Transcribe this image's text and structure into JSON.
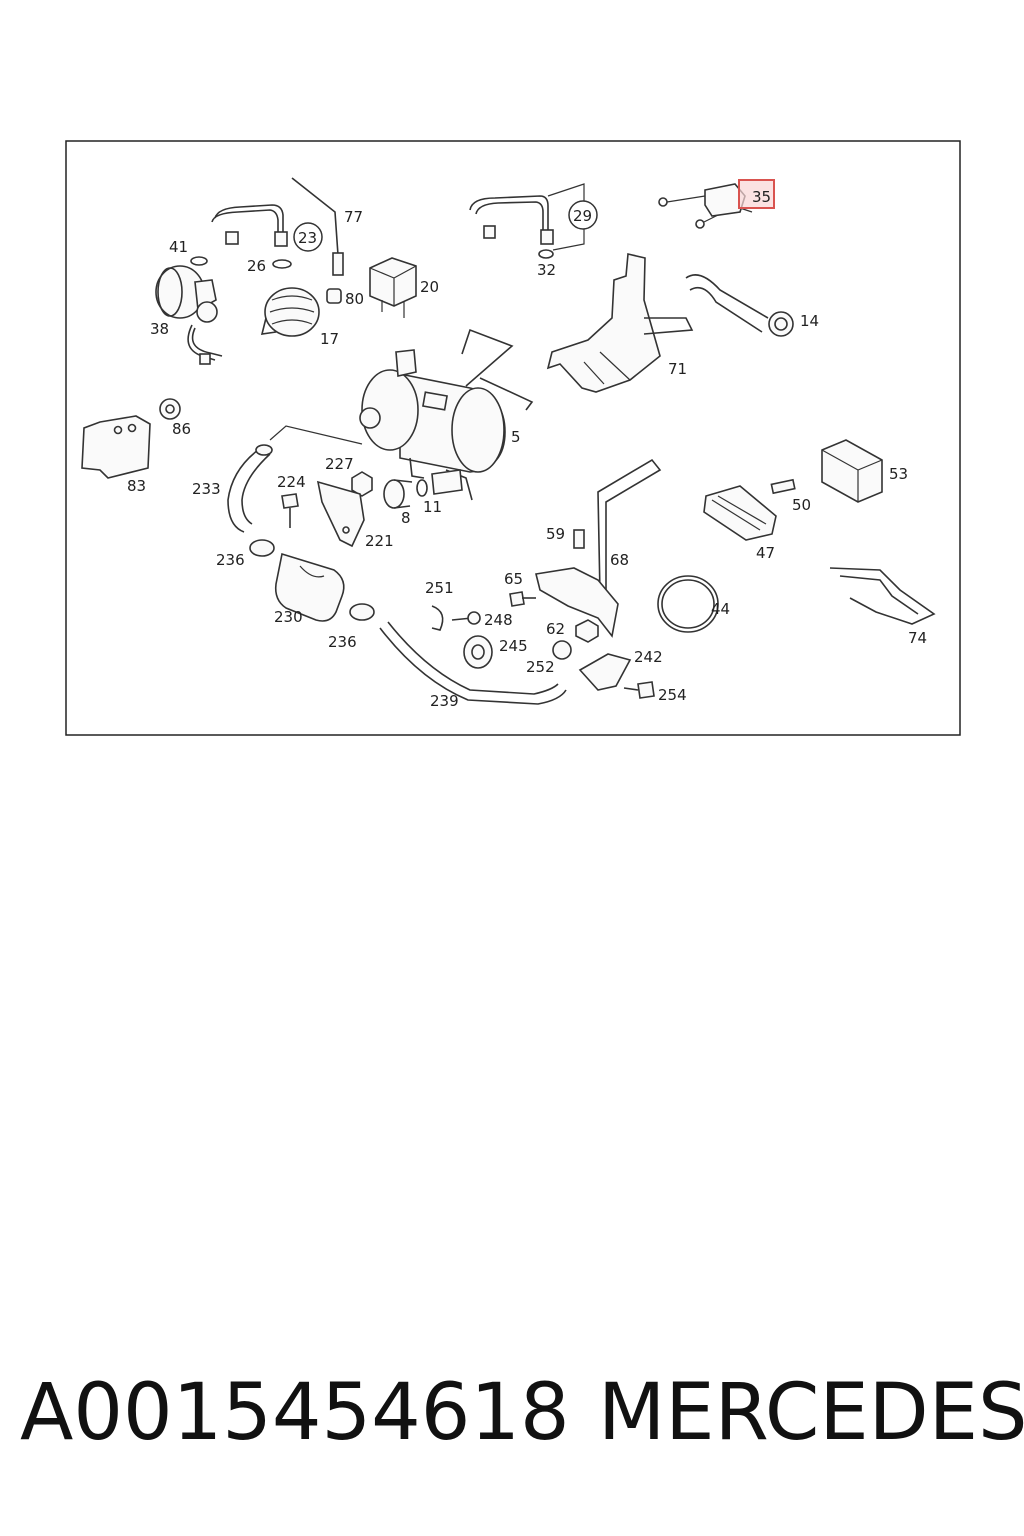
{
  "diagram": {
    "labels": [
      "77",
      "23",
      "41",
      "26",
      "80",
      "20",
      "38",
      "17",
      "29",
      "32",
      "35",
      "14",
      "71",
      "86",
      "5",
      "83",
      "227",
      "224",
      "233",
      "8",
      "11",
      "221",
      "53",
      "50",
      "47",
      "59",
      "68",
      "236",
      "230",
      "251",
      "65",
      "248",
      "245",
      "62",
      "252",
      "242",
      "44",
      "74",
      "236",
      "239",
      "254"
    ],
    "highlight": {
      "label": "35",
      "color": "#d9534f"
    }
  },
  "footer": {
    "part_number": "A0015454618",
    "brand": "MERCEDES"
  }
}
